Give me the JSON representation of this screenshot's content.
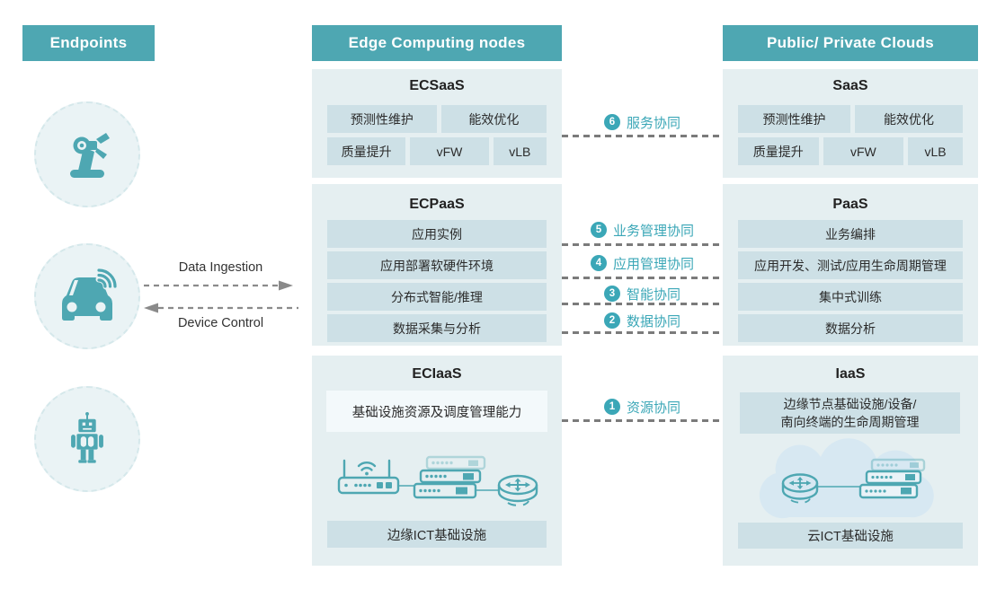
{
  "headers": {
    "endpoints": "Endpoints",
    "edge": "Edge Computing nodes",
    "clouds": "Public/ Private Clouds"
  },
  "flows": {
    "ingestion": "Data Ingestion",
    "control": "Device Control"
  },
  "edge": {
    "saas": {
      "title": "ECSaaS",
      "row1": [
        "预测性维护",
        "能效优化"
      ],
      "row2": [
        "质量提升",
        "vFW",
        "vLB"
      ]
    },
    "paas": {
      "title": "ECPaaS",
      "rows": [
        "应用实例",
        "应用部署软硬件环境",
        "分布式智能/推理",
        "数据采集与分析"
      ]
    },
    "iaas": {
      "title": "ECIaaS",
      "capability": "基础设施资源及调度管理能力",
      "infra": "边缘ICT基础设施"
    }
  },
  "clouds": {
    "saas": {
      "title": "SaaS",
      "row1": [
        "预测性维护",
        "能效优化"
      ],
      "row2": [
        "质量提升",
        "vFW",
        "vLB"
      ]
    },
    "paas": {
      "title": "PaaS",
      "rows": [
        "业务编排",
        "应用开发、测试/应用生命周期管理",
        "集中式训练",
        "数据分析"
      ]
    },
    "iaas": {
      "title": "IaaS",
      "capability_line1": "边缘节点基础设施/设备/",
      "capability_line2": "南向终端的生命周期管理",
      "infra": "云ICT基础设施"
    }
  },
  "collaborations": [
    {
      "num": "6",
      "label": "服务协同"
    },
    {
      "num": "5",
      "label": "业务管理协同"
    },
    {
      "num": "4",
      "label": "应用管理协同"
    },
    {
      "num": "3",
      "label": "智能协同"
    },
    {
      "num": "2",
      "label": "数据协同"
    },
    {
      "num": "1",
      "label": "资源协同"
    }
  ],
  "icons": {
    "endpoint1": "robot-arm-icon",
    "endpoint2": "connected-car-icon",
    "endpoint3": "robot-icon",
    "edge_infra": "edge-network-devices-icon",
    "cloud_infra": "cloud-infrastructure-icon"
  },
  "colors": {
    "teal": "#4EA7B2",
    "label_teal": "#3BA7B7",
    "box_bg": "#E5EFF1",
    "chip_bg": "#CDE0E6",
    "light_chip_bg": "#F3F9FB",
    "cloud_fill": "#D7E8F2",
    "dash_grey": "#7B7B7B",
    "text": "#2B2B2B"
  }
}
